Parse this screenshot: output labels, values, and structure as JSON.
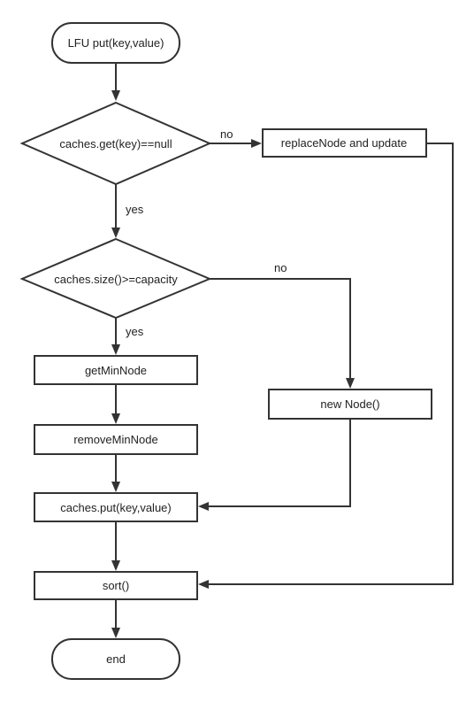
{
  "flowchart": {
    "start": "LFU put(key,value)",
    "decision_get": "caches.get(key)==null",
    "decision_size": "caches.size()>=capacity",
    "replace_update": "replaceNode and update",
    "get_min": "getMinNode",
    "remove_min": "removeMinNode",
    "new_node": "new Node()",
    "caches_put": "caches.put(key,value)",
    "sort": "sort()",
    "end": "end",
    "edge_labels": {
      "get_no": "no",
      "get_yes": "yes",
      "size_no": "no",
      "size_yes": "yes"
    }
  }
}
